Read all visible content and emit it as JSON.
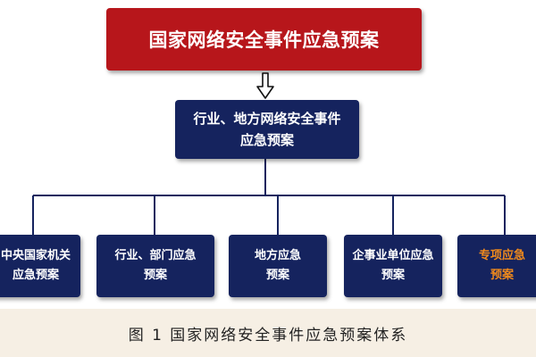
{
  "top_box": {
    "label": "国家网络安全事件应急预案"
  },
  "mid_box": {
    "line1": "行业、地方网络安全事件",
    "line2": "应急预案"
  },
  "leaves": [
    {
      "line1": "中央国家机关",
      "line2": "应急预案"
    },
    {
      "line1": "行业、部门应急",
      "line2": "预案"
    },
    {
      "line1": "地方应急",
      "line2": "预案"
    },
    {
      "line1": "企事业单位应急",
      "line2": "预案"
    },
    {
      "line1": "专项应急",
      "line2": "预案"
    }
  ],
  "caption": "图 1  国家网络安全事件应急预案体系",
  "colors": {
    "top_box": "#b7161b",
    "dark_box": "#15235e",
    "highlight_text": "#f08a1c",
    "connector": "#15235e",
    "caption_band": "#f6efe4"
  }
}
